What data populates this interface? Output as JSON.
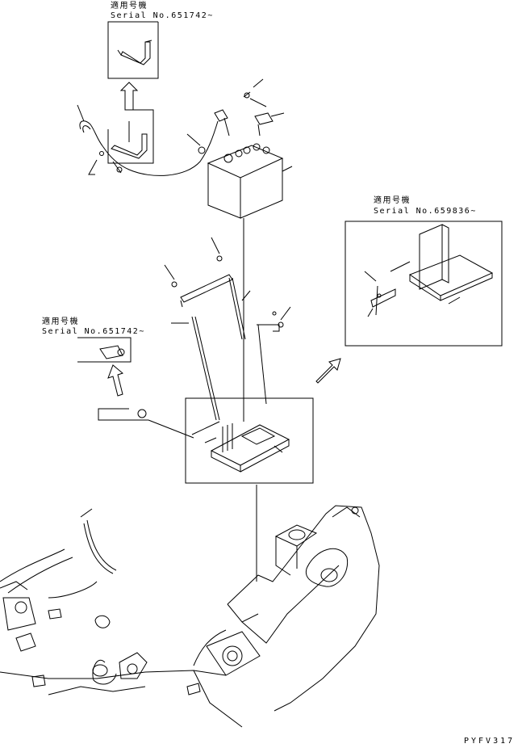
{
  "callouts": {
    "top": {
      "applicable_model": "適用号機",
      "serial": "Serial No.651742~"
    },
    "right": {
      "applicable_model": "適用号機",
      "serial": "Serial No.659836~"
    },
    "left": {
      "applicable_model": "適用号機",
      "serial": "Serial No.651742~"
    }
  },
  "drawing_code": "PYFV317",
  "colors": {
    "line": "#000000",
    "background": "#ffffff"
  }
}
